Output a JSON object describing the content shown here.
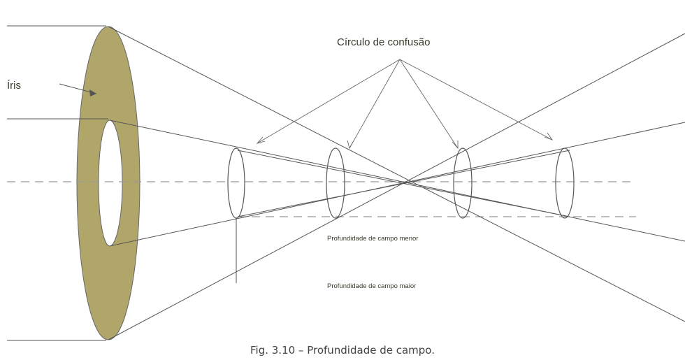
{
  "labels": {
    "circle_of_confusion": "Círculo de confusão",
    "iris": "Íris",
    "smaller_depth": "Profundidade de campo menor",
    "larger_depth": "Profundidade de campo maior"
  },
  "caption": "Fig. 3.10 – Profundidade de campo.",
  "colors": {
    "iris_fill": "#b0a66a",
    "line": "#555555",
    "dashed": "#999999"
  }
}
